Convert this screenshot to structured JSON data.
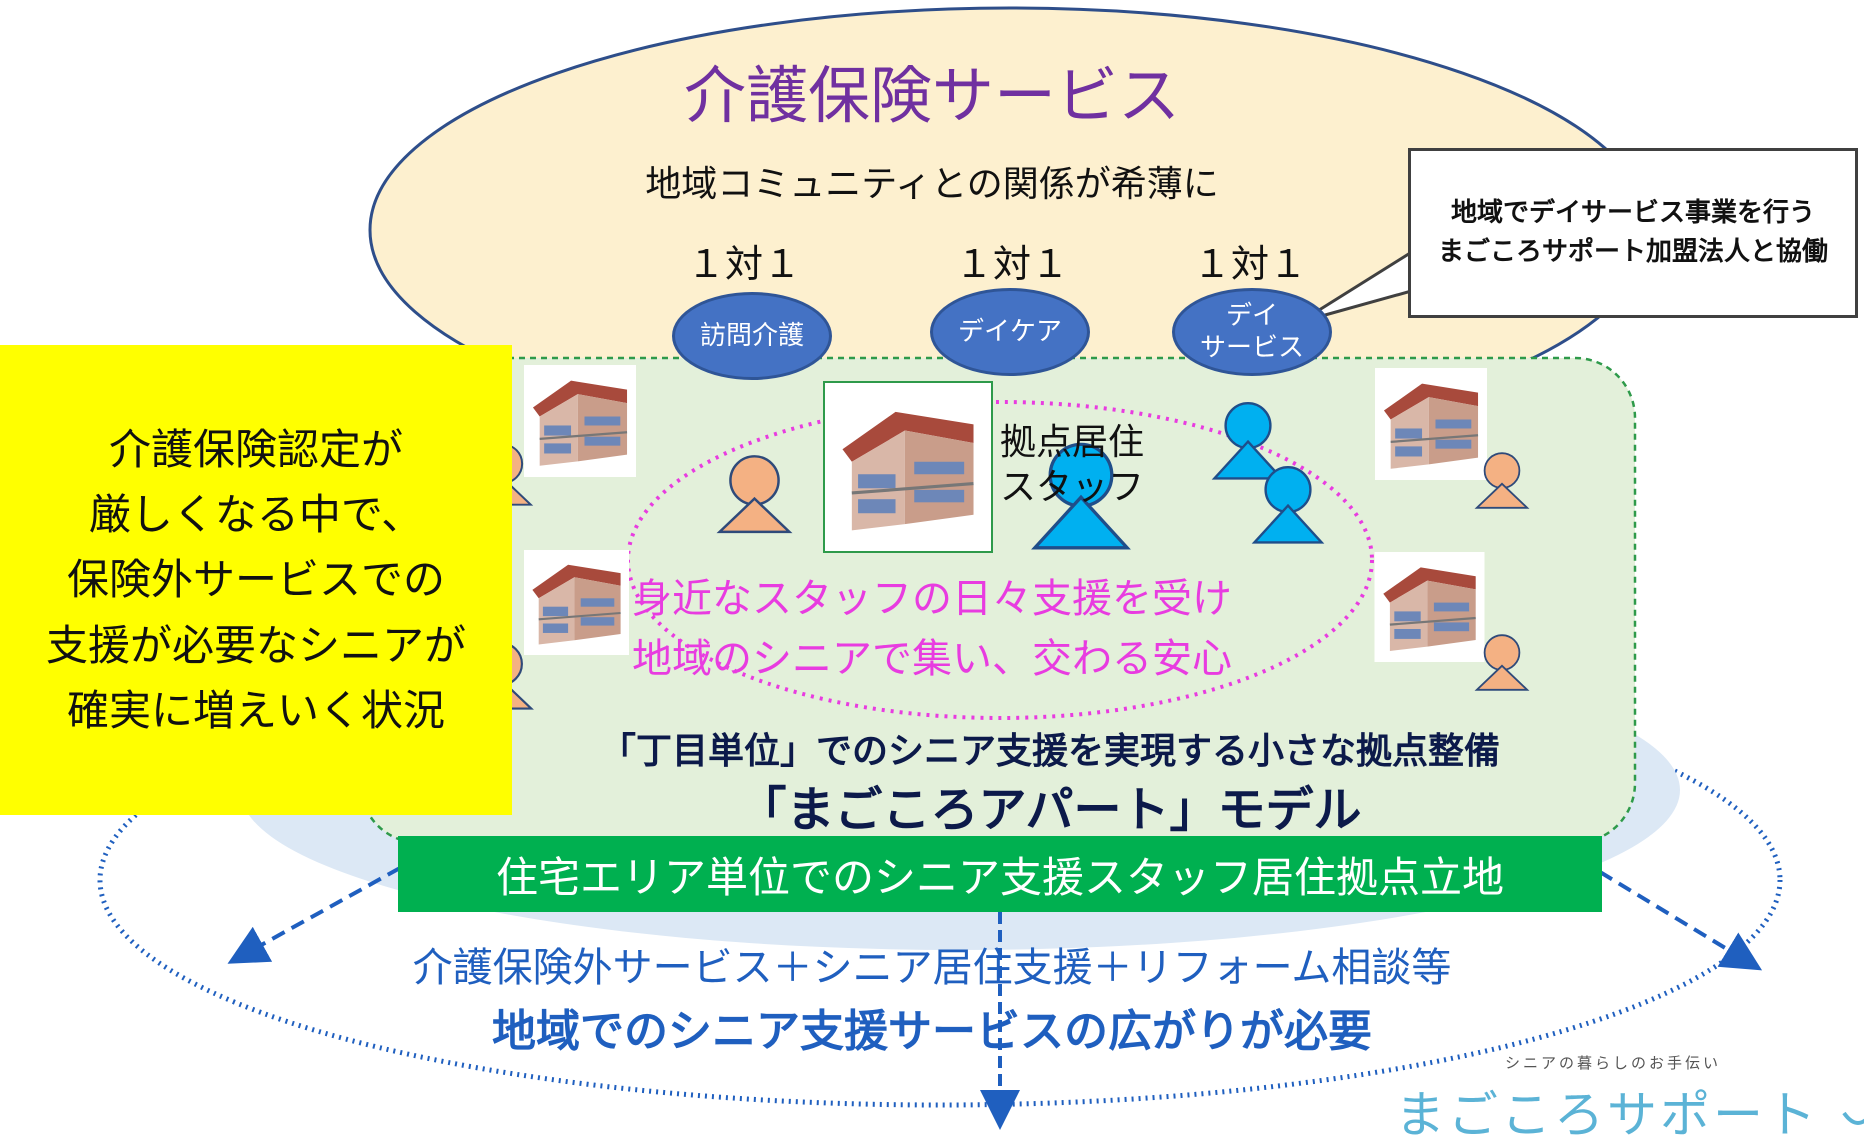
{
  "colors": {
    "title_purple": "#7030a0",
    "pink": "#e83ce0",
    "navy": "#0c1a4a",
    "green_bar": "#00b050",
    "blue_text": "#1f5fbf",
    "yellow_box": "#ffff00",
    "service_circle": "#4472c4",
    "top_ellipse": "#fdf0cf",
    "green_zone": "#e3f0da",
    "person_orange": "#f4b183",
    "staff_blue": "#00b0f0"
  },
  "icons": [
    "apartment-icon",
    "person-icon",
    "staff-person-icon",
    "arrow-icon"
  ],
  "top": {
    "title": "介護保険サービス",
    "subtitle": "地域コミュニティとの関係が希薄に",
    "ratios": [
      "１対１",
      "１対１",
      "１対１"
    ],
    "services": [
      {
        "label": "訪問介護"
      },
      {
        "label": "デイケア"
      },
      {
        "line1": "デイ",
        "line2": "サービス"
      }
    ]
  },
  "callout": {
    "line1": "地域でデイサービス事業を行う",
    "line2": "まごころサポート加盟法人と協働"
  },
  "left_box": {
    "lines": [
      "介護保険認定が",
      "厳しくなる中で、",
      "保険外サービスでの",
      "支援が必要なシニアが",
      "確実に増えいく状況"
    ]
  },
  "center": {
    "staff_line1": "拠点居住",
    "staff_line2": "スタッフ",
    "pink_line1": "身近なスタッフの日々支援を受け",
    "pink_line2": "地域のシニアで集い、交わる安心"
  },
  "model": {
    "line1": "「丁目単位」でのシニア支援を実現する小さな拠点整備",
    "line2": "「まごころアパート」モデル"
  },
  "green_bar": {
    "text": "住宅エリア単位でのシニア支援スタッフ居住拠点立地"
  },
  "bottom": {
    "line1": "介護保険外サービス＋シニア居住支援＋リフォーム相談等",
    "line2": "地域でのシニア支援サービスの広がりが必要"
  },
  "logo": {
    "tagline": "シニアの暮らしのお手伝い",
    "name": "まごころサポート"
  }
}
